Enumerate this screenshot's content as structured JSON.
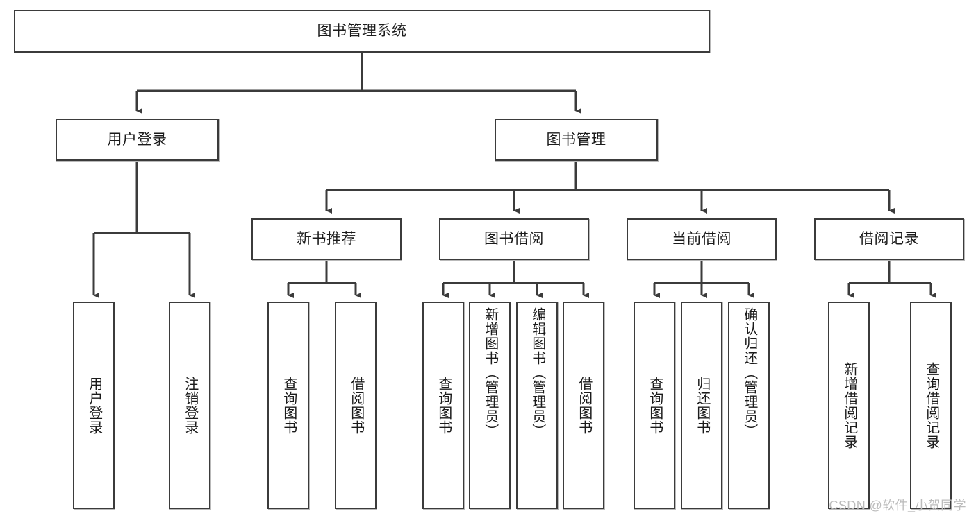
{
  "diagram": {
    "title": "图书管理系统",
    "type": "tree-hierarchy-diagram",
    "watermark": "CSDN @软件_小贺同学",
    "colors": {
      "box_border": "#3b3b3b",
      "box_fill": "#ffffff",
      "connector": "#3b3b3b",
      "text": "#1b1b1b",
      "watermark": "#bcbcbc",
      "background": "#ffffff"
    },
    "root": {
      "label": "图书管理系统"
    },
    "level2": [
      {
        "label": "用户登录"
      },
      {
        "label": "图书管理"
      }
    ],
    "level3": [
      {
        "label": "新书推荐"
      },
      {
        "label": "图书借阅"
      },
      {
        "label": "当前借阅"
      },
      {
        "label": "借阅记录"
      }
    ],
    "leaves": {
      "user_login": [
        {
          "label": "用户登录"
        },
        {
          "label": "注销登录"
        }
      ],
      "new_book_recommend": [
        {
          "label": "查询图书"
        },
        {
          "label": "借阅图书"
        }
      ],
      "book_borrow": [
        {
          "label": "查询图书"
        },
        {
          "label": "新增图书（管理员）"
        },
        {
          "label": "编辑图书（管理员）"
        },
        {
          "label": "借阅图书"
        }
      ],
      "current_borrow": [
        {
          "label": "查询图书"
        },
        {
          "label": "归还图书"
        },
        {
          "label": "确认归还（管理员）"
        }
      ],
      "borrow_record": [
        {
          "label": "新增借阅记录"
        },
        {
          "label": "查询借阅记录"
        }
      ]
    }
  }
}
